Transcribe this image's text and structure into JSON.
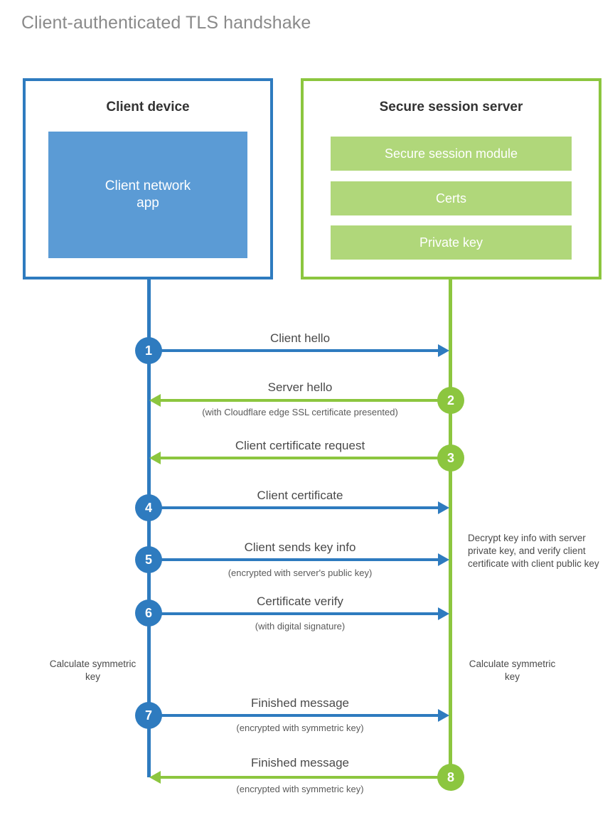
{
  "diagram": {
    "title": "Client-authenticated TLS handshake",
    "colors": {
      "client_blue": "#2e7bbf",
      "client_fill": "#5b9bd5",
      "server_green": "#8cc63f",
      "server_fill": "#b0d77a",
      "title_gray": "#8a8a8a",
      "label_gray": "#4a4a4a",
      "background": "#ffffff"
    }
  },
  "client": {
    "title": "Client device",
    "app_label": "Client network\napp",
    "app_label_line1": "Client network",
    "app_label_line2": "app"
  },
  "server": {
    "title": "Secure session server",
    "modules": [
      {
        "label": "Secure session module"
      },
      {
        "label": "Certs"
      },
      {
        "label": "Private key"
      }
    ]
  },
  "steps": [
    {
      "number": "1",
      "side": "client",
      "direction": "to-server",
      "label": "Client hello",
      "sub": ""
    },
    {
      "number": "2",
      "side": "server",
      "direction": "to-client",
      "label": "Server hello",
      "sub": "(with Cloudflare edge SSL certificate presented)"
    },
    {
      "number": "3",
      "side": "server",
      "direction": "to-client",
      "label": "Client certificate request",
      "sub": ""
    },
    {
      "number": "4",
      "side": "client",
      "direction": "to-server",
      "label": "Client certificate",
      "sub": ""
    },
    {
      "number": "5",
      "side": "client",
      "direction": "to-server",
      "label": "Client sends key info",
      "sub": "(encrypted with server's public key)"
    },
    {
      "number": "6",
      "side": "client",
      "direction": "to-server",
      "label": "Certificate verify",
      "sub": "(with digital signature)"
    },
    {
      "number": "7",
      "side": "client",
      "direction": "to-server",
      "label": "Finished message",
      "sub": "(encrypted with symmetric key)"
    },
    {
      "number": "8",
      "side": "server",
      "direction": "to-client",
      "label": "Finished message",
      "sub": "(encrypted with symmetric key)"
    }
  ],
  "annotations": {
    "server_decrypt": "Decrypt key info with server private key, and verify client certificate with client public key",
    "client_calculate": "Calculate symmetric key",
    "server_calculate": "Calculate symmetric key"
  }
}
